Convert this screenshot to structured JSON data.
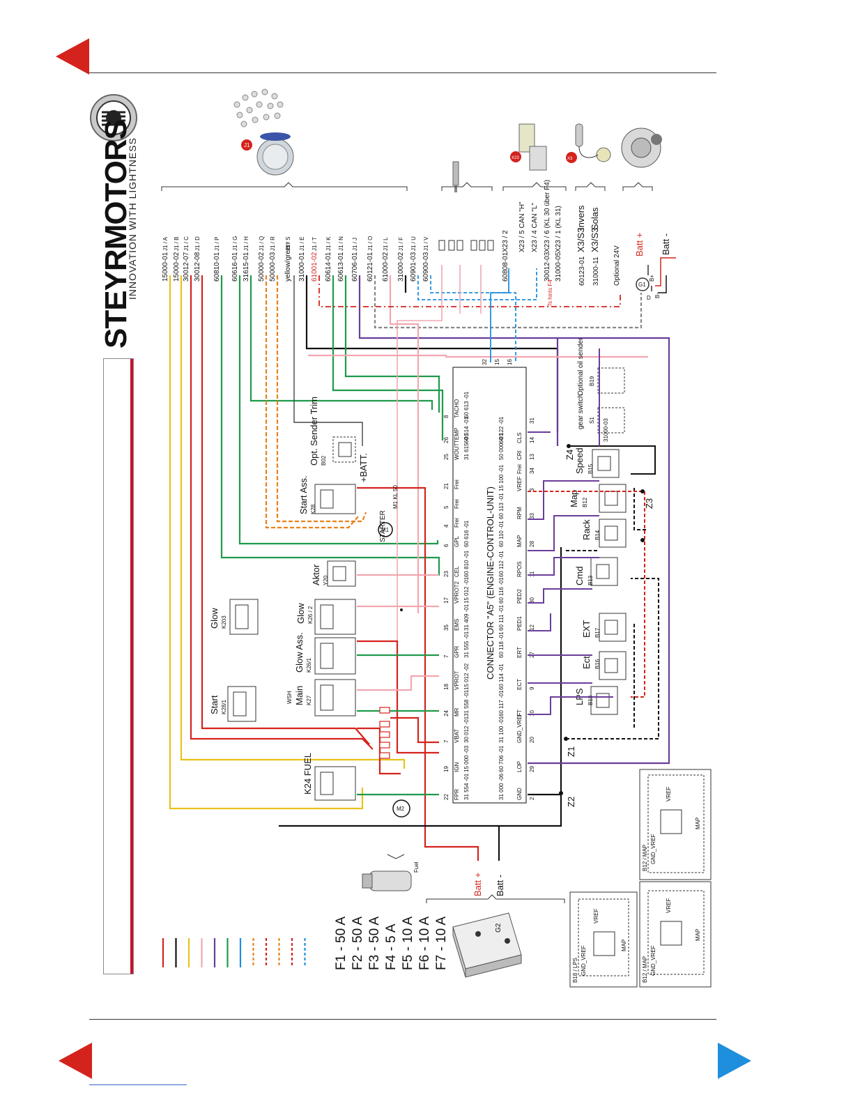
{
  "nav": {
    "back_icon": "red-left-arrow",
    "prev_icon": "red-left-arrow",
    "next_icon": "blue-right-arrow",
    "colors": {
      "red": "#d4231c",
      "blue": "#1e8fdc"
    }
  },
  "brand": {
    "logo_text": "STEYRMOTORS",
    "tagline": "INNOVATION WITH LIGHTNESS",
    "accent": "#c8102e"
  },
  "fuses": [
    "F1 - 50 A",
    "F2 - 50 A",
    "F3 - 50 A",
    "F4 -   5 A",
    "F5 - 10 A",
    "F6 - 10 A",
    "F7 - 10 A"
  ],
  "legend_colors": [
    "#d4231c",
    "#111111",
    "#e8c21a",
    "#f2a7b0",
    "#6a3d9a",
    "#1e9a4a",
    "#1e8fdc",
    "#e8821a",
    "#d4231c",
    "#e8821a",
    "#d4231c",
    "#1e8fdc"
  ],
  "connector_labels": {
    "j1": "J1",
    "x23": "X23",
    "x3": "X3"
  },
  "wires": [
    {
      "id": "15000-01",
      "pin": "J1 / A"
    },
    {
      "id": "15000-02",
      "pin": "J1 / B"
    },
    {
      "id": "30012-07",
      "pin": "J1 / C"
    },
    {
      "id": "30012-08",
      "pin": "J1 / D"
    },
    {
      "id": "60810-01",
      "pin": "J1 / P"
    },
    {
      "id": "60616-01",
      "pin": "J1 / G"
    },
    {
      "id": "31615-01",
      "pin": "J1 / H"
    },
    {
      "id": "50000-02",
      "pin": "J1 / Q"
    },
    {
      "id": "50000-03",
      "pin": "J1 / R"
    },
    {
      "id": "yellow/green",
      "pin": "J1 / S"
    },
    {
      "id": "31000-01",
      "pin": "J1 / E"
    },
    {
      "id": "61001-02",
      "pin": "J1 / T"
    },
    {
      "id": "60614-01",
      "pin": "J1 / K"
    },
    {
      "id": "60613-01",
      "pin": "J1 / N"
    },
    {
      "id": "60706-01",
      "pin": "J1 / J"
    },
    {
      "id": "60121-01",
      "pin": "J1 / O"
    },
    {
      "id": "61000-02",
      "pin": "J1 / L"
    },
    {
      "id": "31000-02",
      "pin": "J1 / F"
    },
    {
      "id": "60901-03",
      "pin": "J1 / U"
    },
    {
      "id": "60900-03",
      "pin": "J1 / V"
    }
  ],
  "x23_pins": [
    {
      "id": "60808-01",
      "pin": "X23 / 2"
    },
    {
      "id": "",
      "pin": "X23 / 5 CAN \"H\""
    },
    {
      "id": "",
      "pin": "X23 / 4 CAN \"L\""
    },
    {
      "id": "30012-03",
      "pin": "X23 / 6 (KL 30 über F4)"
    },
    {
      "id": "31000-05",
      "pin": "X23 / 1 (KL 31)"
    }
  ],
  "x3_pins": [
    {
      "id": "60123-01",
      "pin": "X3/S3",
      "note": "Invers"
    },
    {
      "id": "31000-11",
      "pin": "X3/S3",
      "note": "Solas"
    }
  ],
  "alternator": {
    "optional": "Optional 24V",
    "batt_plus": "Batt +",
    "batt_minus": "Batt -",
    "g1": "G1",
    "d": "D",
    "bplus": "B+",
    "bminus": "B-"
  },
  "ecu": {
    "title": "CONNECTOR \"A5\" (ENGINE-CONTROL-UNIT)",
    "left_pins": [
      {
        "n": "22",
        "name": "FPR",
        "vals": "31 554 -01"
      },
      {
        "n": "19",
        "name": "IGN",
        "vals": "15 000 -03"
      },
      {
        "n": "7",
        "name": "VBAT",
        "vals": "30 012 -01"
      },
      {
        "n": "24",
        "name": "MR",
        "vals": "31 558 -01"
      },
      {
        "n": "18",
        "name": "VPROT",
        "vals": "15 012 -02"
      },
      {
        "n": "7",
        "name": "GPR",
        "vals": "31 555 -01"
      },
      {
        "n": "35",
        "name": "EMS",
        "vals": "31 409 -01"
      },
      {
        "n": "17",
        "name": "VPROT2",
        "vals": "15 012 -01"
      },
      {
        "n": "23",
        "name": "CEL",
        "vals": "60 810 -01"
      },
      {
        "n": "6",
        "name": "GPL",
        "vals": "60 616 -01"
      },
      {
        "n": "4",
        "name": "Frei",
        "vals": ""
      },
      {
        "n": "5",
        "name": "Frei",
        "vals": ""
      },
      {
        "n": "21",
        "name": "Frei",
        "vals": ""
      },
      {
        "n": "25",
        "name": "WOUT",
        "vals": "31 615 -01"
      },
      {
        "n": "26",
        "name": "TEMP",
        "vals": "60 614 -01"
      },
      {
        "n": "8",
        "name": "TACHO",
        "vals": "60 613 -01"
      }
    ],
    "right_pins": [
      {
        "n": "2",
        "name": "GND",
        "vals": "31 000 -06"
      },
      {
        "n": "29",
        "name": "LOP",
        "vals": "60 706 -01"
      },
      {
        "n": "20",
        "name": "GND_VREF",
        "vals": "31 100 -01"
      },
      {
        "n": "10",
        "name": "FT",
        "vals": "60 117 -01"
      },
      {
        "n": "9",
        "name": "ECT",
        "vals": "60 114 -01"
      },
      {
        "n": "27",
        "name": "ERT",
        "vals": "60 118 -01"
      },
      {
        "n": "12",
        "name": "PED1",
        "vals": "60 111 -01"
      },
      {
        "n": "30",
        "name": "PED2",
        "vals": "60 116 -01"
      },
      {
        "n": "11",
        "name": "RPOS",
        "vals": "60 112 -01"
      },
      {
        "n": "28",
        "name": "MAP",
        "vals": "60 110 -01"
      },
      {
        "n": "33",
        "name": "RPM",
        "vals": "60 113 -01"
      },
      {
        "n": "3",
        "name": "VREF",
        "vals": "15 100 -01"
      },
      {
        "n": "34",
        "name": "Frei",
        "vals": ""
      },
      {
        "n": "13",
        "name": "CRI",
        "vals": "50 000 -01"
      },
      {
        "n": "14",
        "name": "CLS",
        "vals": "60 122 -01"
      },
      {
        "n": "31",
        "name": "",
        "vals": ""
      }
    ],
    "top_pins": [
      "32",
      "15",
      "16"
    ]
  },
  "relays": [
    {
      "name": "K24",
      "label": "K24 FUEL"
    },
    {
      "name": "Main",
      "label": "Main",
      "code": "K27"
    },
    {
      "name": "Start",
      "label": "Start",
      "code": "K28/1"
    },
    {
      "name": "Glow Ass.",
      "label": "Glow Ass.",
      "code": "K26/1"
    },
    {
      "name": "Glow",
      "label": "Glow",
      "code": "K26 / 2"
    },
    {
      "name": "Glow2",
      "label": "Glow",
      "code": "K203"
    },
    {
      "name": "Aktor",
      "label": "Aktor",
      "code": "Y20"
    },
    {
      "name": "Start Ass.",
      "label": "Start Ass.",
      "code": "K28"
    },
    {
      "name": "Opt. Sender Trim",
      "label": "Opt. Sender Trim",
      "code": "B02"
    }
  ],
  "sensors": [
    {
      "label": "LPS",
      "code": "B18"
    },
    {
      "label": "Ect",
      "code": "B16"
    },
    {
      "label": "EXT",
      "code": "B17"
    },
    {
      "label": "Cmd",
      "code": "B13"
    },
    {
      "label": "Rack",
      "code": "B14"
    },
    {
      "label": "Map",
      "code": "B12"
    },
    {
      "label": "Speed",
      "code": "B15"
    }
  ],
  "optional_boxes": {
    "gear_switch": "gear switch",
    "gear_code": "S1",
    "oil_sender": "Optional oil sender",
    "oil_code": "B19",
    "wire_31000_03": "31000-03"
  },
  "ground_marks": [
    "Z1",
    "Z2",
    "Z3",
    "Z4"
  ],
  "motors": {
    "m1": "M1",
    "starter": "STARTER",
    "m1_note": "M1 KL 50",
    "m2": "M2",
    "batt_plus": "+BATT.",
    "wsh": "WSH"
  },
  "battery": {
    "plus": "Batt +",
    "minus": "Batt -",
    "g2": "G2",
    "fuel": "Fuel"
  },
  "insets": [
    {
      "title": "B18 / LPS",
      "gnd": "GND_VREF",
      "vref": "VREF",
      "map": "MAP"
    },
    {
      "title": "B12 / MAP",
      "gnd": "GND_VREF",
      "vref": "VREF",
      "map": "MAP"
    },
    {
      "title": "B12 / MAP",
      "gnd": "GND_VREF",
      "vref": "VREF",
      "map": "MAP"
    }
  ],
  "hint_note": "Ts hints F4"
}
